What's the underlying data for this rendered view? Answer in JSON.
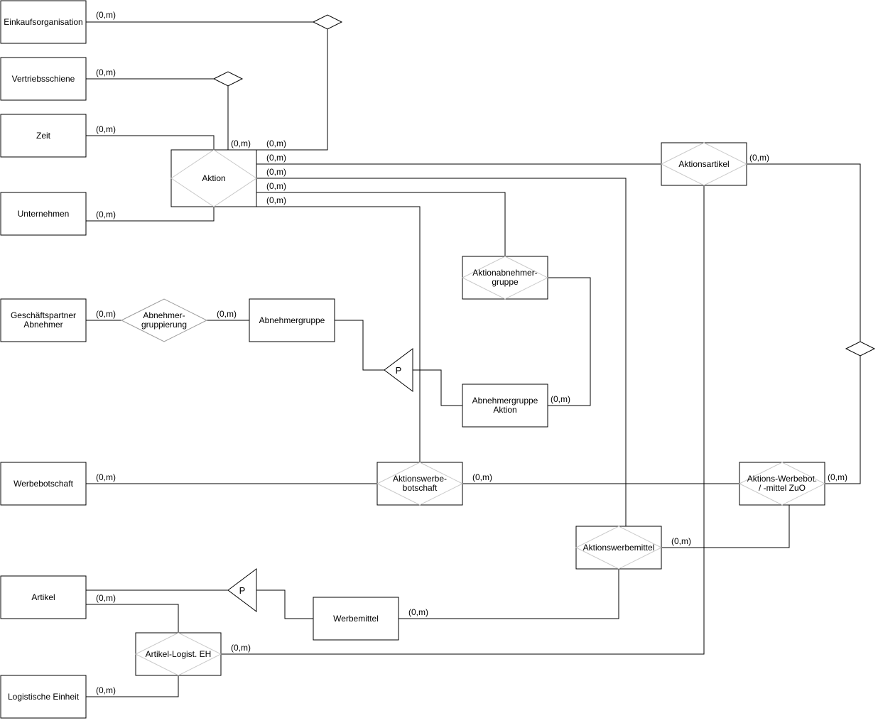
{
  "entities": {
    "einkaufsorganisation": "Einkaufsorganisation",
    "vertriebsschiene": "Vertriebsschiene",
    "zeit": "Zeit",
    "unternehmen": "Unternehmen",
    "geschaeftspartner_line1": "Geschäftspartner",
    "geschaeftspartner_line2": "Abnehmer",
    "abnehmergruppe": "Abnehmergruppe",
    "abnehmergruppe_aktion_line1": "Abnehmergruppe",
    "abnehmergruppe_aktion_line2": "Aktion",
    "werbebotschaft": "Werbebotschaft",
    "artikel": "Artikel",
    "werbemittel": "Werbemittel",
    "logistische_einheit": "Logistische Einheit"
  },
  "relationship_entities": {
    "aktion": "Aktion",
    "aktionsartikel": "Aktionsartikel",
    "aktionabnehmergruppe_line1": "Aktionabnehmer-",
    "aktionabnehmergruppe_line2": "gruppe",
    "aktionswerbebotschaft_line1": "Aktionswerbe-",
    "aktionswerbebotschaft_line2": "botschaft",
    "aktions_werbebot_zuo_line1": "Aktions-Werbebot.",
    "aktions_werbebot_zuo_line2": "/ -mittel ZuO",
    "aktionswerbemittel": "Aktionswerbemittel",
    "artikel_logist_eh": "Artikel-Logist. EH"
  },
  "relationships": {
    "abnehmergruppierung_line1": "Abnehmer-",
    "abnehmergruppierung_line2": "gruppierung"
  },
  "specializations": {
    "abnehmergruppe_partition": "P",
    "artikel_partition": "P"
  },
  "cardinalities": {
    "einkaufsorganisation": "(0,m)",
    "vertriebsschiene": "(0,m)",
    "zeit": "(0,m)",
    "unternehmen": "(0,m)",
    "aktion_top_left": "(0,m)",
    "aktion_right_1": "(0,m)",
    "aktion_right_2": "(0,m)",
    "aktion_right_3": "(0,m)",
    "aktion_right_4": "(0,m)",
    "aktion_right_5": "(0,m)",
    "aktionsartikel": "(0,m)",
    "geschaeftspartner": "(0,m)",
    "abnehmergruppierung": "(0,m)",
    "abnehmergruppe_aktion": "(0,m)",
    "werbebotschaft": "(0,m)",
    "aktionswerbebotschaft": "(0,m)",
    "aktions_werbebot_zuo": "(0,m)",
    "aktionswerbemittel": "(0,m)",
    "artikel": "(0,m)",
    "werbemittel": "(0,m)",
    "artikel_logist_eh": "(0,m)",
    "logistische_einheit": "(0,m)"
  }
}
